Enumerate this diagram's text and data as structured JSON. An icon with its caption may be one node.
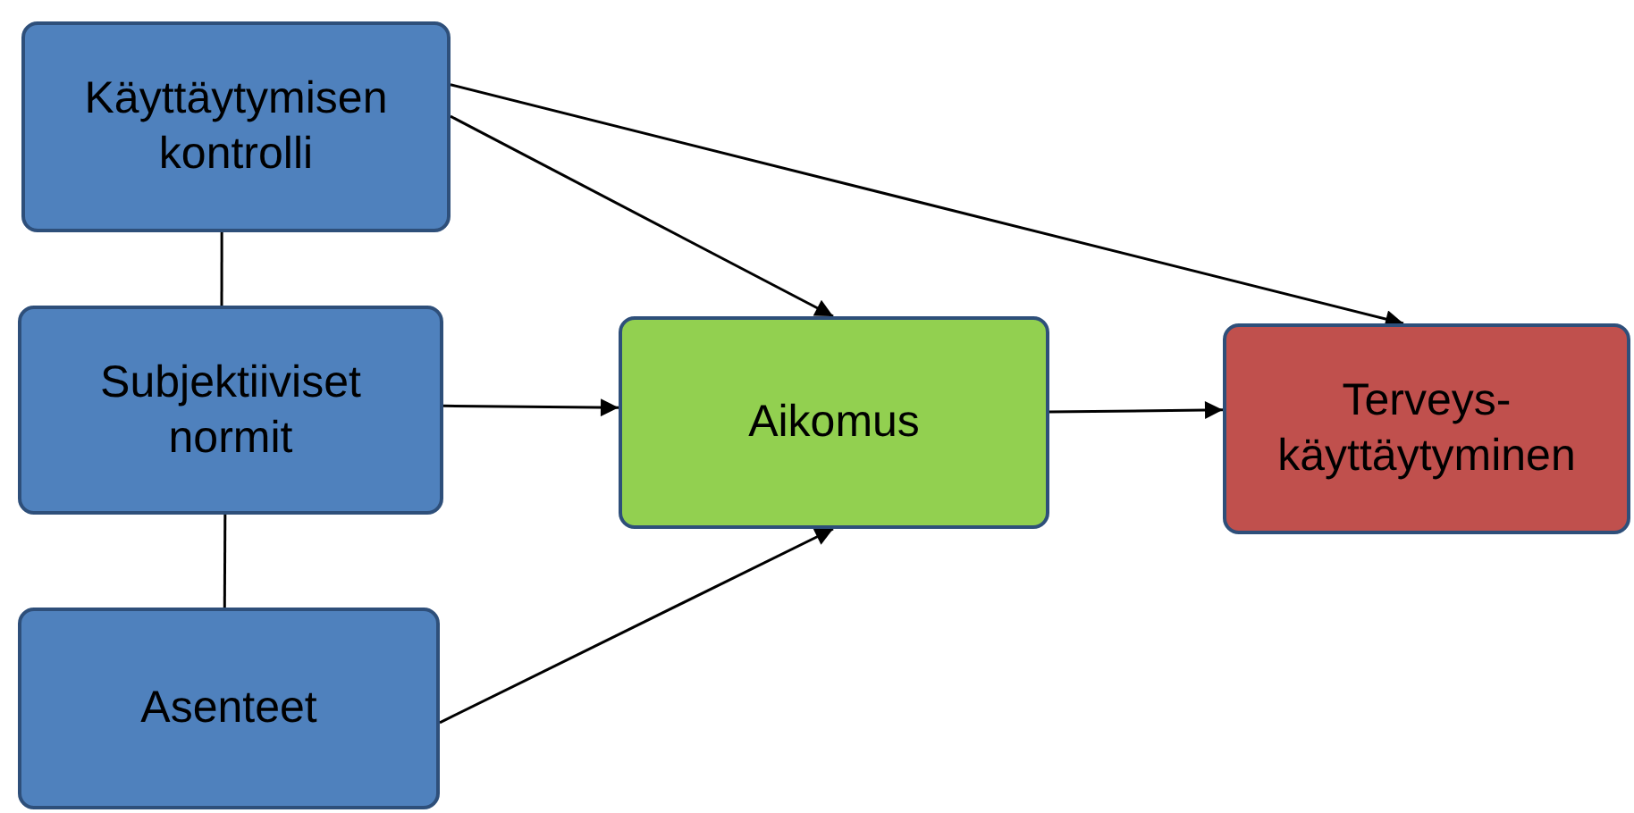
{
  "diagram": {
    "nodes": [
      {
        "text": [
          "Käyttäytymisen kontrolli"
        ]
      },
      {
        "text": [
          "Subjektiiviset normit"
        ]
      },
      {
        "text": [
          "Asenteet"
        ]
      },
      {
        "text": [
          "Aikomus"
        ]
      },
      {
        "text": [
          "Terveys- käyttäytyminen"
        ]
      }
    ],
    "edges": [
      {
        "from": 0,
        "to": 1,
        "arrow": "none"
      },
      {
        "from": 1,
        "to": 2,
        "arrow": "none"
      },
      {
        "from": 0,
        "to": 3,
        "arrow": "to"
      },
      {
        "from": 0,
        "to": 4,
        "arrow": "to"
      },
      {
        "from": 1,
        "to": 3,
        "arrow": "to"
      },
      {
        "from": 2,
        "to": 3,
        "arrow": "to"
      },
      {
        "from": 3,
        "to": 4,
        "arrow": "to"
      }
    ]
  }
}
